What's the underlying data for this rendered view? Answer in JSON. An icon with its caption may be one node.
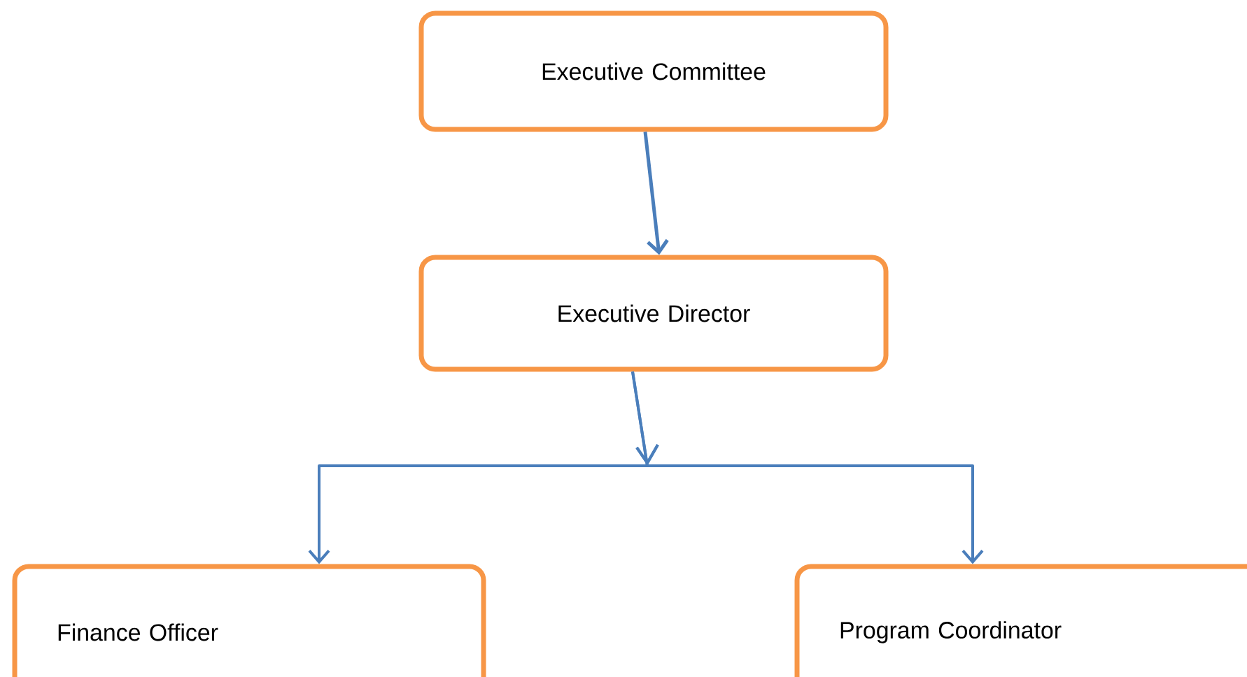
{
  "diagram": {
    "nodes": [
      {
        "text": [
          "Executive Committee"
        ]
      },
      {
        "text": [
          "Executive Director"
        ]
      },
      {
        "text": [
          "Finance Officer"
        ]
      },
      {
        "text": [
          "Program Coordinator"
        ]
      }
    ],
    "edges": [
      {
        "from": 0,
        "to": 1,
        "arrow": "to"
      },
      {
        "from": 1,
        "to": 2,
        "arrow": "to"
      },
      {
        "from": 1,
        "to": 3,
        "arrow": "to"
      }
    ]
  }
}
